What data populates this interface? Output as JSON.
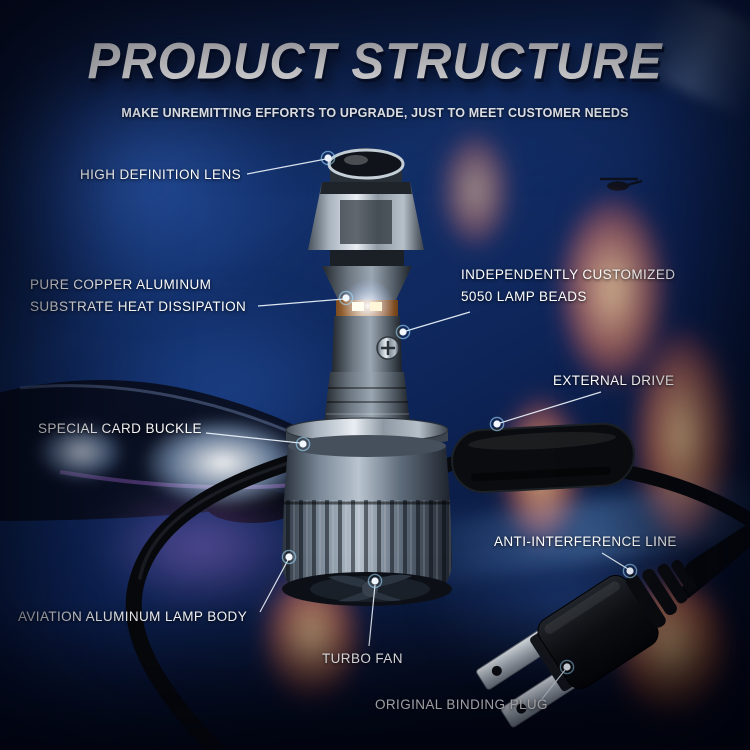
{
  "header": {
    "title": "PRODUCT STRUCTURE",
    "subtitle": "MAKE UNREMITTING EFFORTS TO UPGRADE, JUST TO MEET CUSTOMER NEEDS"
  },
  "labels": {
    "lens": {
      "text": "HIGH DEFINITION LENS"
    },
    "substrate": {
      "line1": "PURE COPPER ALUMINUM",
      "line2": "SUBSTRATE HEAT DISSIPATION"
    },
    "beads": {
      "line1": "INDEPENDENTLY CUSTOMIZED",
      "line2": "5050 LAMP BEADS"
    },
    "drive": {
      "text": "EXTERNAL DRIVE"
    },
    "buckle": {
      "text": "SPECIAL CARD BUCKLE"
    },
    "interference": {
      "text": "ANTI-INTERFERENCE LINE"
    },
    "body": {
      "text": "AVIATION ALUMINUM LAMP BODY"
    },
    "fan": {
      "text": "TURBO FAN"
    },
    "plug": {
      "text": "ORIGINAL BINDING PLUG"
    }
  },
  "colors": {
    "background_navy": "#0d2458",
    "flame_orange": "#ff7a1f",
    "headlight_white": "#eaf4ff",
    "label_text": "#ffffff",
    "callout_line": "#e8f0f8"
  }
}
